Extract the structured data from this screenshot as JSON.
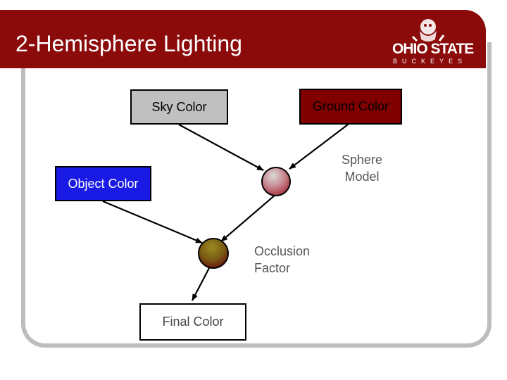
{
  "title": "2-Hemisphere Lighting",
  "logo": {
    "name": "OHIO STATE",
    "subtitle": "BUCKEYES",
    "brand_color": "#8b0a0a"
  },
  "boxes": {
    "sky": "Sky Color",
    "ground": "Ground Color",
    "object": "Object Color",
    "final": "Final Color"
  },
  "labels": {
    "sphere_line1": "Sphere",
    "sphere_line2": "Model",
    "occlusion_line1": "Occlusion",
    "occlusion_line2": "Factor"
  },
  "colors": {
    "sky": "#c0c0c0",
    "ground": "#800000",
    "object": "#1a1ae6",
    "sphere_node": "#a83a48",
    "occlusion_node": "#8a6a12"
  }
}
